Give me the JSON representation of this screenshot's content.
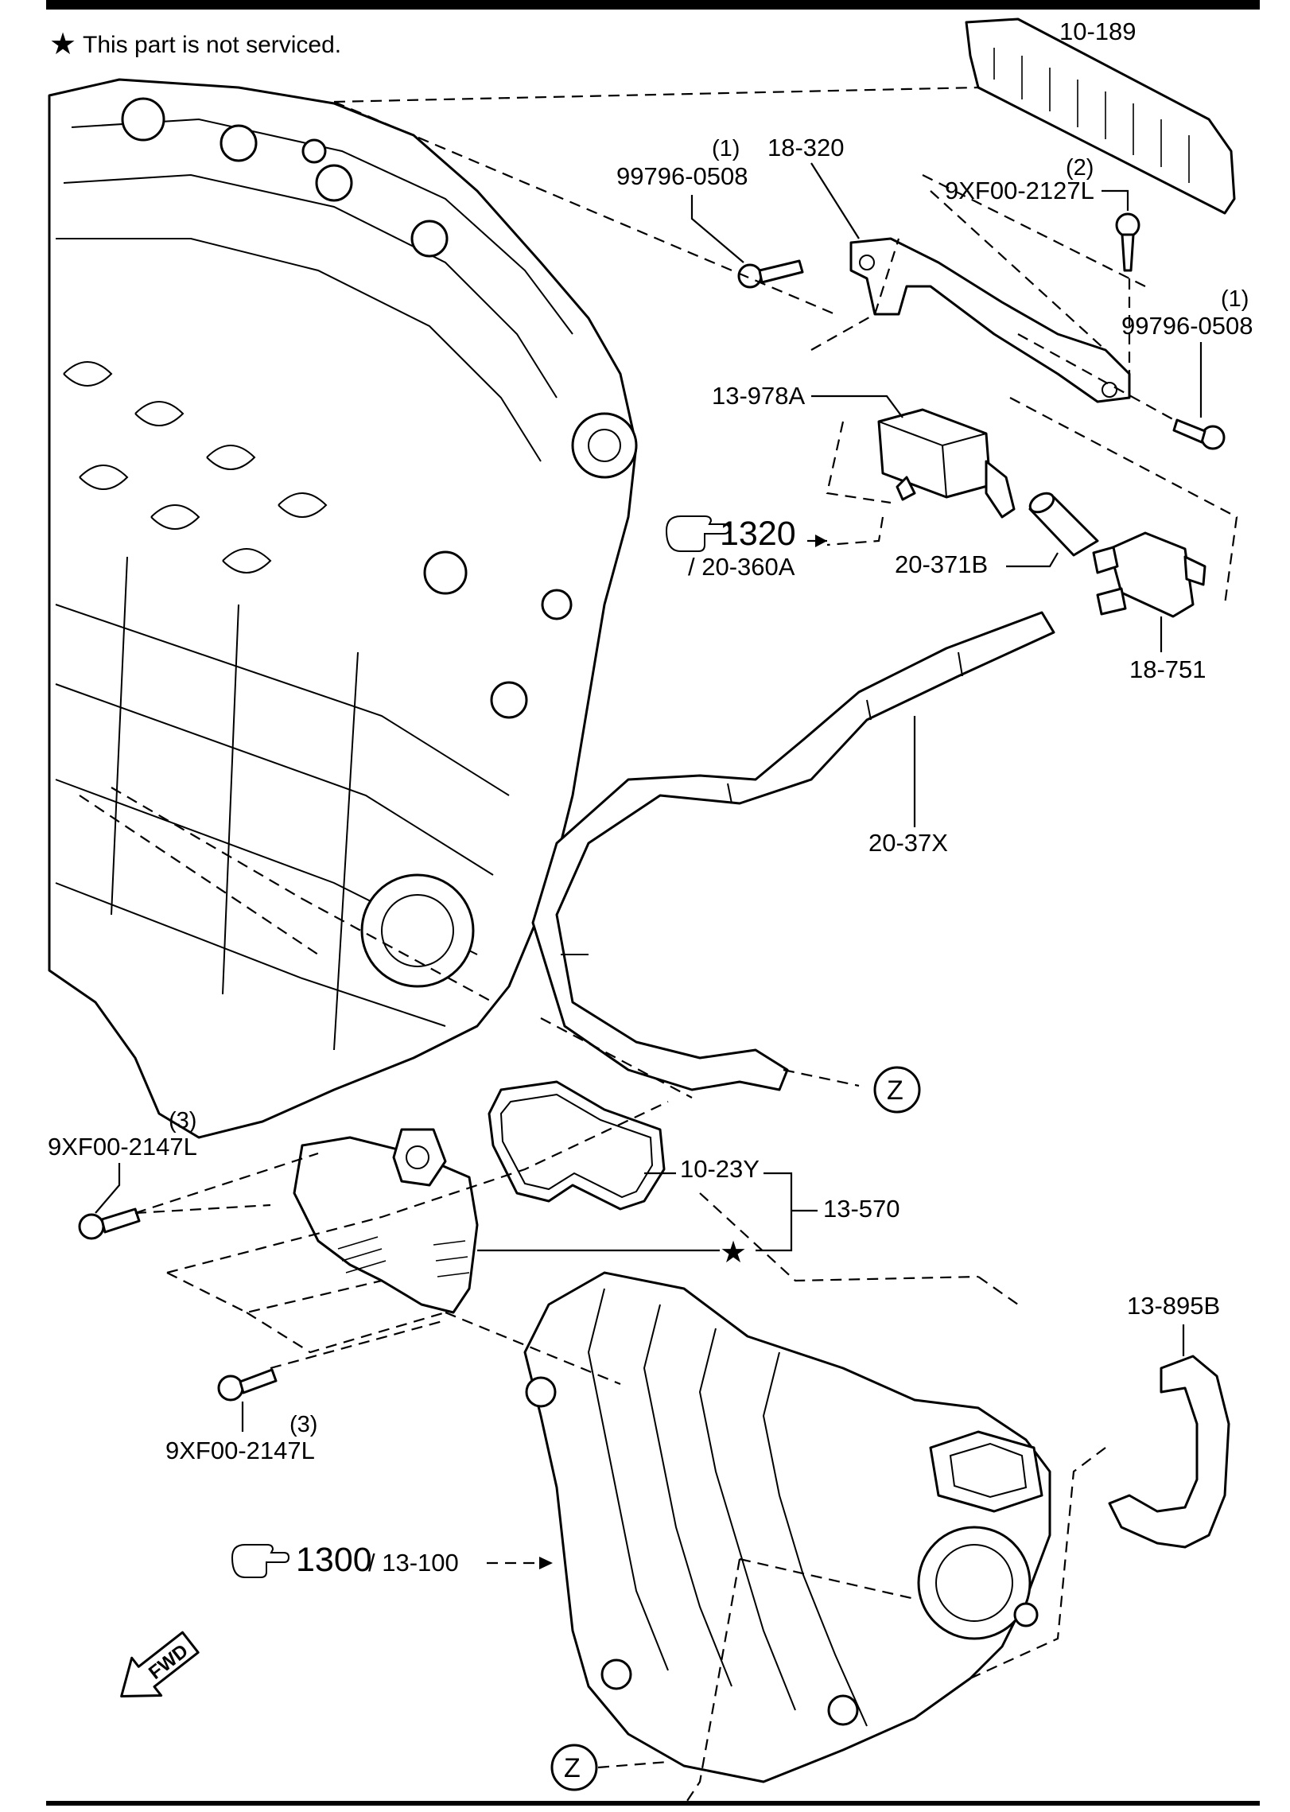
{
  "note": {
    "symbol": "★",
    "text": "This part is not serviced."
  },
  "labels": {
    "p10_189": "10-189",
    "p18_320": "18-320",
    "p99796_0508_a": "99796-0508",
    "p99796_0508_a_qty": "(1)",
    "p9xf00_2127l": "9XF00-2127L",
    "p9xf00_2127l_qty": "(2)",
    "p99796_0508_b": "99796-0508",
    "p99796_0508_b_qty": "(1)",
    "p13_978a": "13-978A",
    "p20_371b": "20-371B",
    "p18_751": "18-751",
    "p20_37x": "20-37X",
    "p9xf00_2147l_a": "9XF00-2147L",
    "p9xf00_2147l_a_qty": "(3)",
    "p10_23y": "10-23Y",
    "p13_570": "13-570",
    "p13_895b": "13-895B",
    "p9xf00_2147l_b": "9XF00-2147L",
    "p9xf00_2147l_b_qty": "(3)"
  },
  "references": {
    "ref_1320": {
      "section": "1320",
      "part": "/ 20-360A"
    },
    "ref_1300": {
      "section": "1300",
      "part": "/ 13-100"
    }
  },
  "connectors": {
    "z_upper": "Z",
    "z_lower": "Z"
  },
  "fwd_arrow": "FWD",
  "colors": {
    "ink": "#000000",
    "background": "#ffffff"
  }
}
